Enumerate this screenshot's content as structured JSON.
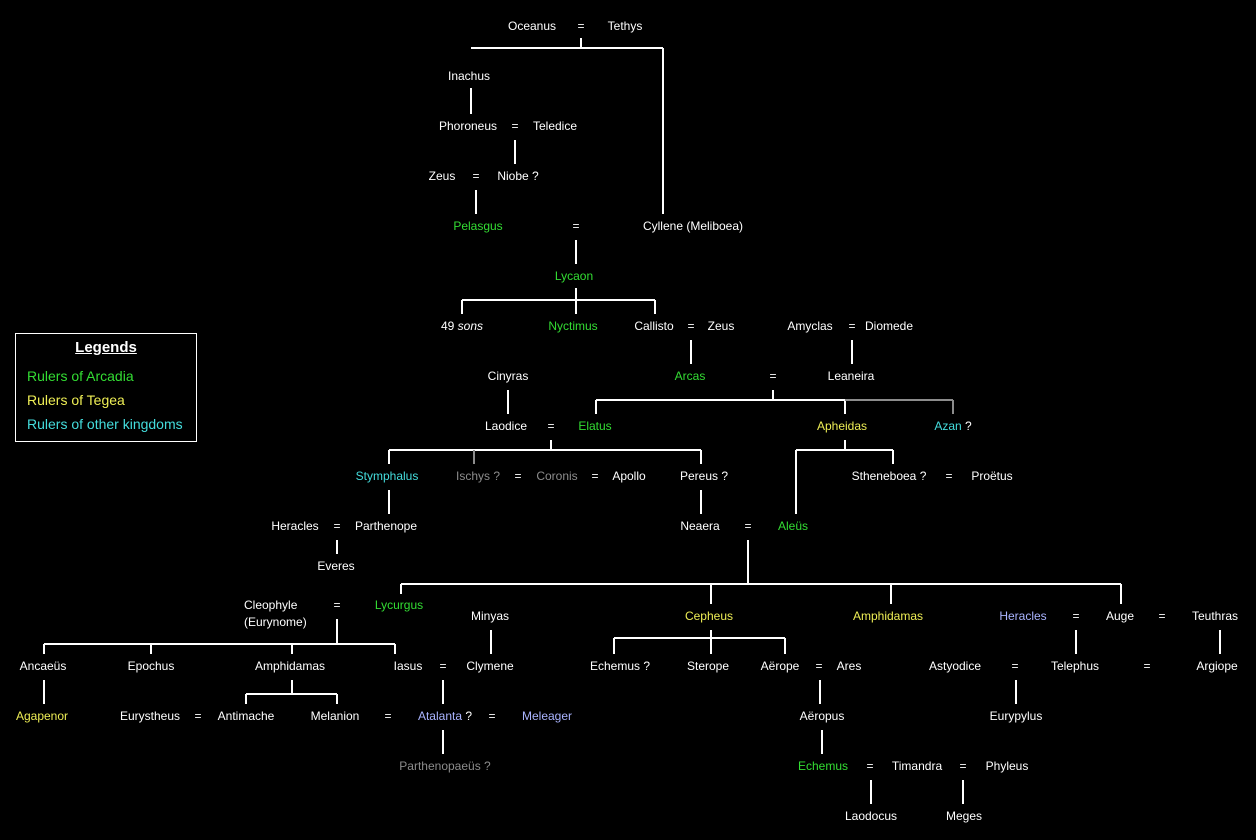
{
  "colors": {
    "white": "#ffffff",
    "arcadia": "#33dd33",
    "tegea": "#eeee55",
    "other": "#44dddd",
    "lavender": "#aab4ff",
    "gray": "#8c8c8c",
    "line": "#ffffff",
    "line_gray": "#8c8c8c"
  },
  "legend": {
    "title": "Legends",
    "items": [
      {
        "label": "Rulers of Arcadia",
        "color": "arcadia"
      },
      {
        "label": "Rulers of Tegea",
        "color": "tegea"
      },
      {
        "label": "Rulers of other kingdoms",
        "color": "other"
      }
    ]
  },
  "people": [
    {
      "id": "oceanus",
      "label": "Oceanus",
      "color": "white"
    },
    {
      "id": "tethys",
      "label": "Tethys",
      "color": "white"
    },
    {
      "id": "inachus",
      "label": "Inachus",
      "color": "white"
    },
    {
      "id": "phoroneus",
      "label": "Phoroneus",
      "color": "white"
    },
    {
      "id": "teledice",
      "label": "Teledice",
      "color": "white"
    },
    {
      "id": "zeus-1",
      "label": "Zeus",
      "color": "white"
    },
    {
      "id": "niobe",
      "label": "Niobe ?",
      "color": "white"
    },
    {
      "id": "pelasgus",
      "label": "Pelasgus",
      "color": "arcadia"
    },
    {
      "id": "cyllene",
      "label": "Cyllene (Meliboea)",
      "color": "white"
    },
    {
      "id": "lycaon",
      "label": "Lycaon",
      "color": "arcadia"
    },
    {
      "id": "sons49",
      "label": "49",
      "label2": "sons",
      "color": "white"
    },
    {
      "id": "nyctimus",
      "label": "Nyctimus",
      "color": "arcadia"
    },
    {
      "id": "callisto",
      "label": "Callisto",
      "color": "white"
    },
    {
      "id": "zeus-2",
      "label": "Zeus",
      "color": "white"
    },
    {
      "id": "amyclas",
      "label": "Amyclas",
      "color": "white"
    },
    {
      "id": "diomede",
      "label": "Diomede",
      "color": "white"
    },
    {
      "id": "cinyras",
      "label": "Cinyras",
      "color": "white"
    },
    {
      "id": "arcas",
      "label": "Arcas",
      "color": "arcadia"
    },
    {
      "id": "leaneira",
      "label": "Leaneira",
      "color": "white"
    },
    {
      "id": "laodice",
      "label": "Laodice",
      "color": "white"
    },
    {
      "id": "elatus",
      "label": "Elatus",
      "color": "arcadia"
    },
    {
      "id": "apheidas",
      "label": "Apheidas",
      "color": "tegea"
    },
    {
      "id": "azan",
      "label": "Azan",
      "suffix": " ?",
      "color": "other"
    },
    {
      "id": "stymphalus",
      "label": "Stymphalus",
      "color": "other"
    },
    {
      "id": "ischys",
      "label": "Ischys ?",
      "color": "gray"
    },
    {
      "id": "coronis",
      "label": "Coronis",
      "color": "gray"
    },
    {
      "id": "apollo",
      "label": "Apollo",
      "color": "white"
    },
    {
      "id": "pereus",
      "label": "Pereus ?",
      "color": "white"
    },
    {
      "id": "stheneboea",
      "label": "Stheneboea ?",
      "color": "white"
    },
    {
      "id": "proetus",
      "label": "Proëtus",
      "color": "white"
    },
    {
      "id": "heracles-1",
      "label": "Heracles",
      "color": "white"
    },
    {
      "id": "parthenope",
      "label": "Parthenope",
      "color": "white"
    },
    {
      "id": "neaera",
      "label": "Neaera",
      "color": "white"
    },
    {
      "id": "aleus",
      "label": "Aleüs",
      "color": "arcadia"
    },
    {
      "id": "everes",
      "label": "Everes",
      "color": "white"
    },
    {
      "id": "cleophyle",
      "label": "Cleophyle",
      "label2": "(Eurynome)",
      "color": "white"
    },
    {
      "id": "lycurgus",
      "label": "Lycurgus",
      "color": "arcadia"
    },
    {
      "id": "minyas",
      "label": "Minyas",
      "color": "white"
    },
    {
      "id": "cepheus",
      "label": "Cepheus",
      "color": "tegea"
    },
    {
      "id": "amphidamas-1",
      "label": "Amphidamas",
      "color": "tegea"
    },
    {
      "id": "heracles-2",
      "label": "Heracles",
      "color": "lavender"
    },
    {
      "id": "auge",
      "label": "Auge",
      "color": "white"
    },
    {
      "id": "teuthras",
      "label": "Teuthras",
      "color": "white"
    },
    {
      "id": "ancaeus",
      "label": "Ancaeüs",
      "color": "white"
    },
    {
      "id": "epochus",
      "label": "Epochus",
      "color": "white"
    },
    {
      "id": "amphidamas-2",
      "label": "Amphidamas",
      "color": "white"
    },
    {
      "id": "iasus",
      "label": "Iasus",
      "color": "white"
    },
    {
      "id": "clymene",
      "label": "Clymene",
      "color": "white"
    },
    {
      "id": "echemus-1",
      "label": "Echemus ?",
      "color": "white"
    },
    {
      "id": "sterope",
      "label": "Sterope",
      "color": "white"
    },
    {
      "id": "aerope",
      "label": "Aërope",
      "color": "white"
    },
    {
      "id": "ares",
      "label": "Ares",
      "color": "white"
    },
    {
      "id": "astyodice",
      "label": "Astyodice",
      "color": "white"
    },
    {
      "id": "telephus",
      "label": "Telephus",
      "color": "white"
    },
    {
      "id": "argiope",
      "label": "Argiope",
      "color": "white"
    },
    {
      "id": "agapenor",
      "label": "Agapenor",
      "color": "tegea"
    },
    {
      "id": "eurystheus",
      "label": "Eurystheus",
      "color": "white"
    },
    {
      "id": "antimache",
      "label": "Antimache",
      "color": "white"
    },
    {
      "id": "melanion",
      "label": "Melanion",
      "color": "white"
    },
    {
      "id": "atalanta",
      "label": "Atalanta",
      "suffix": " ?",
      "color": "lavender"
    },
    {
      "id": "meleager",
      "label": "Meleager",
      "color": "lavender"
    },
    {
      "id": "aeropus",
      "label": "Aëropus",
      "color": "white"
    },
    {
      "id": "eurypylus",
      "label": "Eurypylus",
      "color": "white"
    },
    {
      "id": "parthenopaeus",
      "label": "Parthenopaeüs ?",
      "color": "gray"
    },
    {
      "id": "echemus-2",
      "label": "Echemus",
      "color": "arcadia"
    },
    {
      "id": "timandra",
      "label": "Timandra",
      "color": "white"
    },
    {
      "id": "phyleus",
      "label": "Phyleus",
      "color": "white"
    },
    {
      "id": "laodocus",
      "label": "Laodocus",
      "color": "white"
    },
    {
      "id": "meges",
      "label": "Meges",
      "color": "white"
    }
  ],
  "marriages": [
    {
      "id": "oceanus-tethys",
      "label": "="
    },
    {
      "id": "phoroneus-teledice",
      "label": "="
    },
    {
      "id": "zeus-niobe",
      "label": "="
    },
    {
      "id": "pelasgus-cyllene",
      "label": "="
    },
    {
      "id": "callisto-zeus",
      "label": "="
    },
    {
      "id": "amyclas-diomede",
      "label": "="
    },
    {
      "id": "arcas-leaneira",
      "label": "="
    },
    {
      "id": "laodice-elatus",
      "label": "="
    },
    {
      "id": "ischys-coronis",
      "label": "="
    },
    {
      "id": "coronis-apollo",
      "label": "="
    },
    {
      "id": "stheneboea-proetus",
      "label": "="
    },
    {
      "id": "heracles-parthenope",
      "label": "="
    },
    {
      "id": "neaera-aleus",
      "label": "="
    },
    {
      "id": "cleophyle-lycurgus",
      "label": "="
    },
    {
      "id": "heracles-auge",
      "label": "="
    },
    {
      "id": "auge-teuthras",
      "label": "="
    },
    {
      "id": "iasus-clymene",
      "label": "="
    },
    {
      "id": "aerope-ares",
      "label": "="
    },
    {
      "id": "astyodice-telephus",
      "label": "="
    },
    {
      "id": "telephus-argiope",
      "label": "="
    },
    {
      "id": "eurystheus-antimache",
      "label": "="
    },
    {
      "id": "melanion-atalanta",
      "label": "="
    },
    {
      "id": "atalanta-meleager",
      "label": "="
    },
    {
      "id": "echemus-timandra",
      "label": "="
    },
    {
      "id": "timandra-phyleus",
      "label": "="
    }
  ]
}
